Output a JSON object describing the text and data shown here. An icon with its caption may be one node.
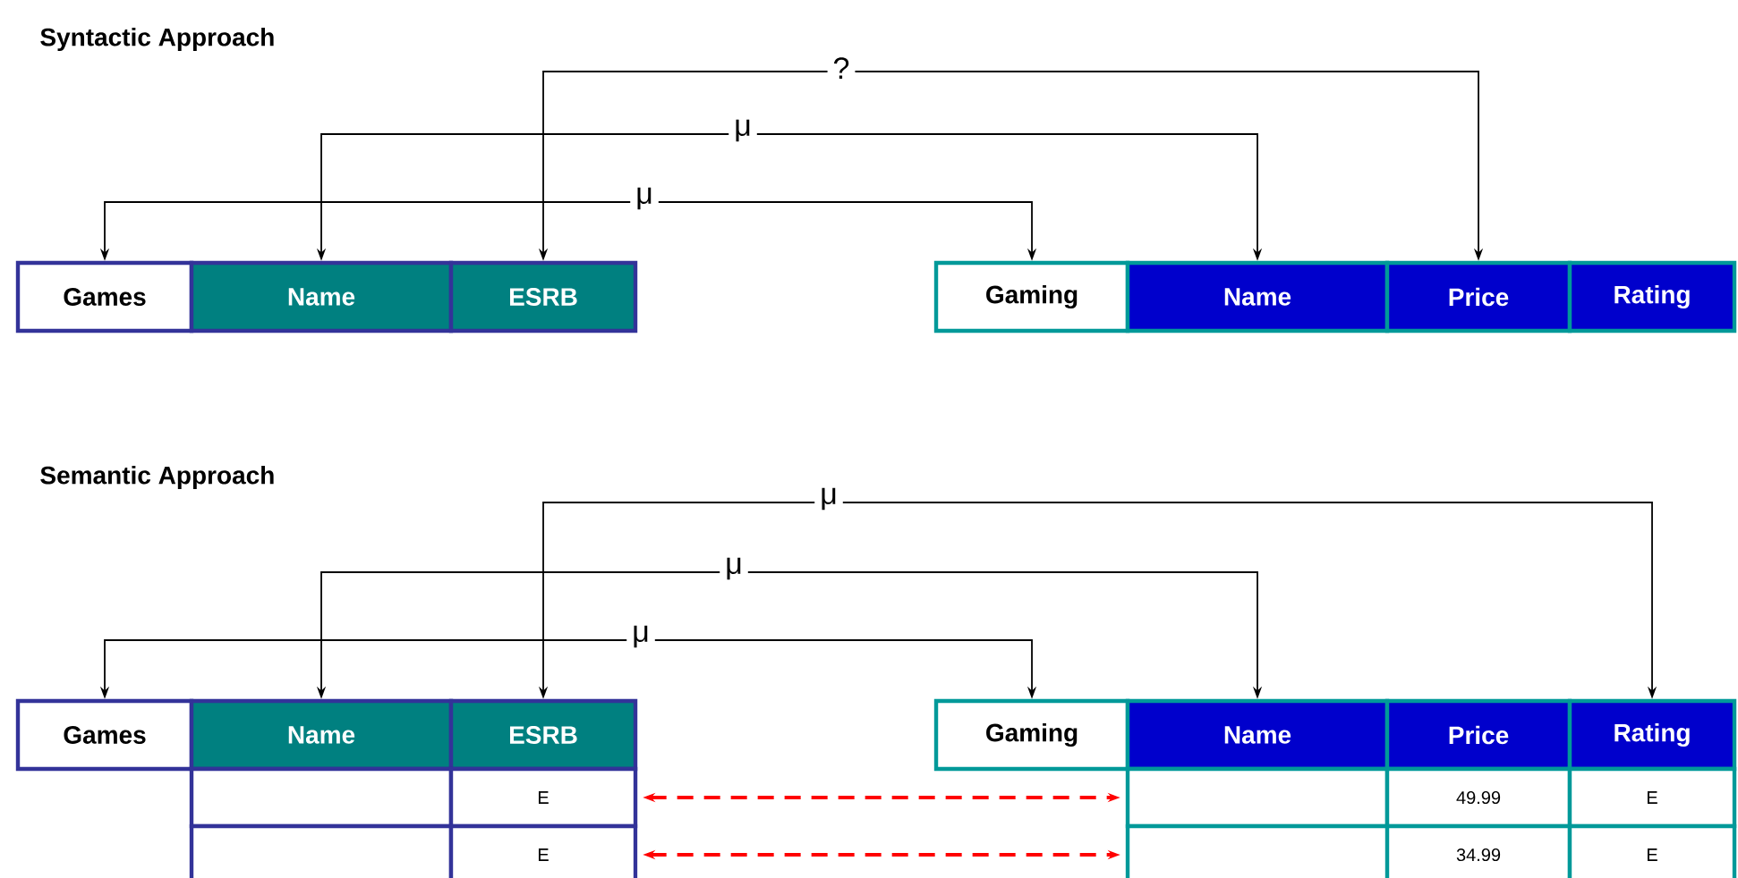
{
  "diagram": {
    "nodes": [
      {
        "text": [
          "Games"
        ]
      },
      {
        "text": [
          "Name"
        ]
      },
      {
        "text": [
          "ESRB"
        ]
      },
      {
        "text": [
          "Gaming"
        ]
      },
      {
        "text": [
          "Name"
        ]
      },
      {
        "text": [
          "Price"
        ]
      },
      {
        "text": [
          "Rating"
        ]
      },
      {
        "text": [
          "Games"
        ]
      },
      {
        "text": [
          "Name"
        ]
      },
      {
        "text": [
          "ESRB"
        ]
      },
      {
        "text": [
          "Gaming"
        ]
      },
      {
        "text": [
          "Name"
        ]
      },
      {
        "text": [
          "Price"
        ]
      },
      {
        "text": [
          "Rating"
        ]
      },
      {
        "text": [],
        "shape": "box"
      },
      {
        "text": [
          "E"
        ]
      },
      {
        "text": [],
        "shape": "box"
      },
      {
        "text": [
          "E"
        ]
      },
      {
        "text": [],
        "shape": "box"
      },
      {
        "text": [
          "49.99"
        ]
      },
      {
        "text": [
          "E"
        ]
      },
      {
        "text": [],
        "shape": "box"
      },
      {
        "text": [
          "34.99"
        ]
      },
      {
        "text": [
          "E"
        ]
      }
    ],
    "edges": [
      {
        "from": 0,
        "to": 3,
        "arrow": "both",
        "label": "μ"
      },
      {
        "from": 1,
        "to": 4,
        "arrow": "both",
        "label": "μ"
      },
      {
        "from": 2,
        "to": 5,
        "arrow": "both",
        "label": "?"
      },
      {
        "from": 7,
        "to": 10,
        "arrow": "both",
        "label": "μ"
      },
      {
        "from": 8,
        "to": 11,
        "arrow": "both",
        "label": "μ"
      },
      {
        "from": 9,
        "to": 13,
        "arrow": "both",
        "label": "μ"
      },
      {
        "from": 15,
        "to": 18,
        "arrow": "both",
        "style": "dashed",
        "color": "#ff0000"
      },
      {
        "from": 17,
        "to": 21,
        "arrow": "both",
        "style": "dashed",
        "color": "#ff0000"
      }
    ],
    "labels": [
      "Syntactic Approach",
      "Semantic Approach"
    ]
  }
}
